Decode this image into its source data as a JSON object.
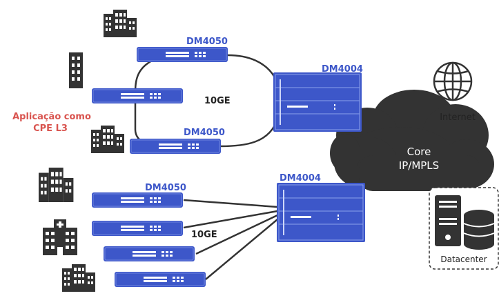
{
  "labels": {
    "application": [
      "Aplicação como",
      "CPE L3"
    ],
    "ring_top": "DM4050",
    "ring_bottom": "DM4050",
    "ring_core": "DM4004",
    "ring_link": "10GE",
    "star_core": "DM4004",
    "star_top": "DM4050",
    "star_link": "10GE",
    "internet": "Internet",
    "core": [
      "Core",
      "IP/MPLS"
    ],
    "datacenter": "Datacenter"
  },
  "colors": {
    "device_blue": "#3d57c9",
    "label_red": "#d9544f",
    "cloud": "#333333",
    "link": "#333333",
    "building": "#333333"
  },
  "icons": [
    "building-icon",
    "hospital-icon",
    "globe-icon",
    "server-icon",
    "database-icon",
    "cloud-icon"
  ]
}
